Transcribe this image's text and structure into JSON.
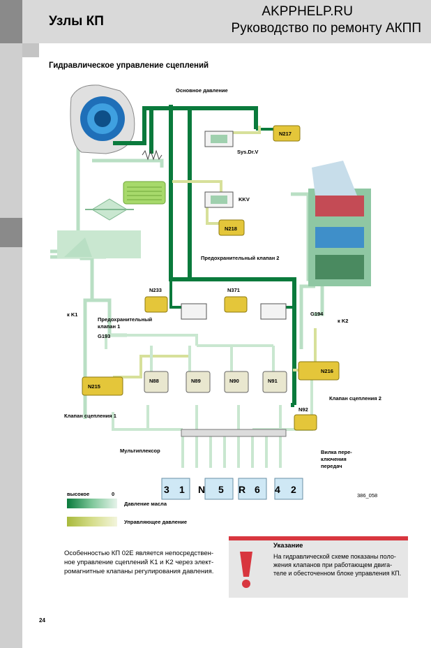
{
  "header": {
    "section_title": "Узлы КП",
    "site": "AKPPHELP.RU",
    "manual": "Руководство по ремонту АКПП"
  },
  "subheading": "Гидравлическое управление сцеплений",
  "diagram": {
    "labels": {
      "main_pressure": "Основное давление",
      "n217": "N217",
      "sys_dr_v": "Sys.Dr.V",
      "kkv": "KKV",
      "n218": "N218",
      "safety_valve_2": "Предохранительный клапан 2",
      "n233": "N233",
      "n371": "N371",
      "k1": "к K1",
      "safety_valve_1_a": "Предохранительный",
      "safety_valve_1_b": "клапан 1",
      "g194": "G194",
      "k2": "к K2",
      "g193": "G193",
      "n88": "N88",
      "n89": "N89",
      "n90": "N90",
      "n91": "N91",
      "n215": "N215",
      "n216": "N216",
      "clutch_valve_2": "Клапан сцепления 2",
      "clutch_valve_1": "Клапан сцепления 1",
      "n92": "N92",
      "multiplexer": "Мультиплексор",
      "shift_fork_a": "Вилка пере-",
      "shift_fork_b": "ключения",
      "shift_fork_c": "передач"
    },
    "gears": [
      "3",
      "1",
      "N",
      "5",
      "R",
      "6",
      "4",
      "2"
    ],
    "colors": {
      "high_pressure": "#0a7a3c",
      "oil_line": "#b9dfc4",
      "control_line": "#d7e09a",
      "solenoid": "#e4c63a"
    }
  },
  "legend": {
    "high": "высокое",
    "zero": "0",
    "oil_pressure": "Давление масла",
    "control_pressure": "Управляющее давление",
    "figure_number": "386_058"
  },
  "body_text": "Особенностью КП 02E является непосредствен-ное управление сцеплений K1 и K2 через элект-ромагнитные клапаны регулирования давления.",
  "note": {
    "title": "Указание",
    "text": "На гидравлической схеме показаны поло-жения клапанов при работающем двига-теле и обесточенном блоке управления КП."
  },
  "page_number": "24"
}
